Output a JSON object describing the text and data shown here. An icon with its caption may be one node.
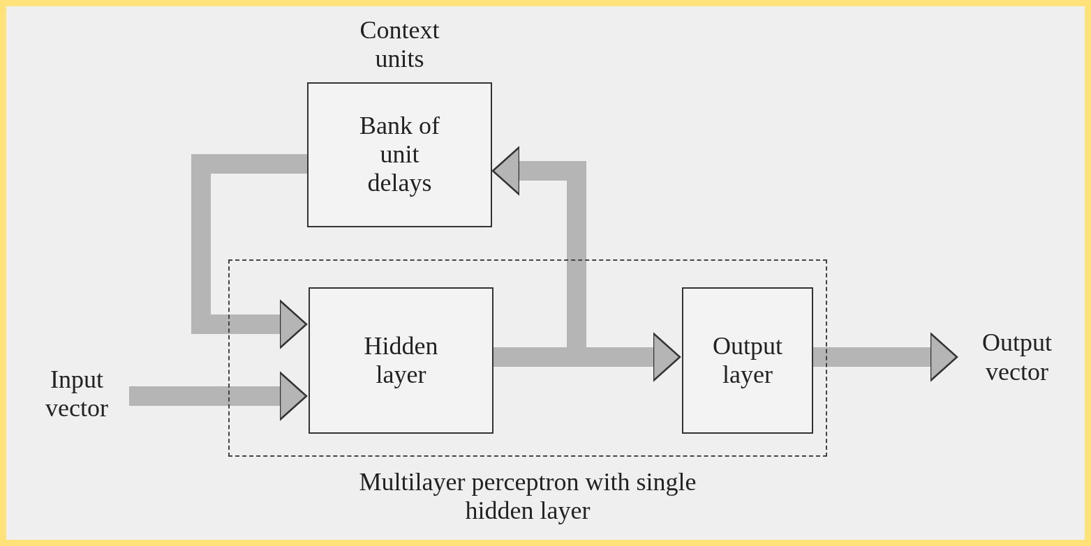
{
  "diagram": {
    "nodes": [
      {
        "text": [
          "Multilayer perceptron with single hidden layer"
        ]
      },
      {
        "text": [
          "Context units",
          "Bank of unit delays"
        ]
      },
      {
        "text": [
          "Hidden layer"
        ],
        "in": 0
      },
      {
        "text": [
          "Output layer"
        ],
        "in": 0
      },
      {
        "text": [
          "Input vector"
        ]
      },
      {
        "text": [
          "Output vector"
        ]
      }
    ],
    "edges": [
      {
        "from": 4,
        "to": 2,
        "arrow": "to"
      },
      {
        "from": 1,
        "to": 2,
        "arrow": "to"
      },
      {
        "from": 2,
        "to": 3,
        "arrow": "to"
      },
      {
        "from": 2,
        "to": 1,
        "arrow": "to"
      },
      {
        "from": 3,
        "to": 5,
        "arrow": "to"
      }
    ]
  }
}
